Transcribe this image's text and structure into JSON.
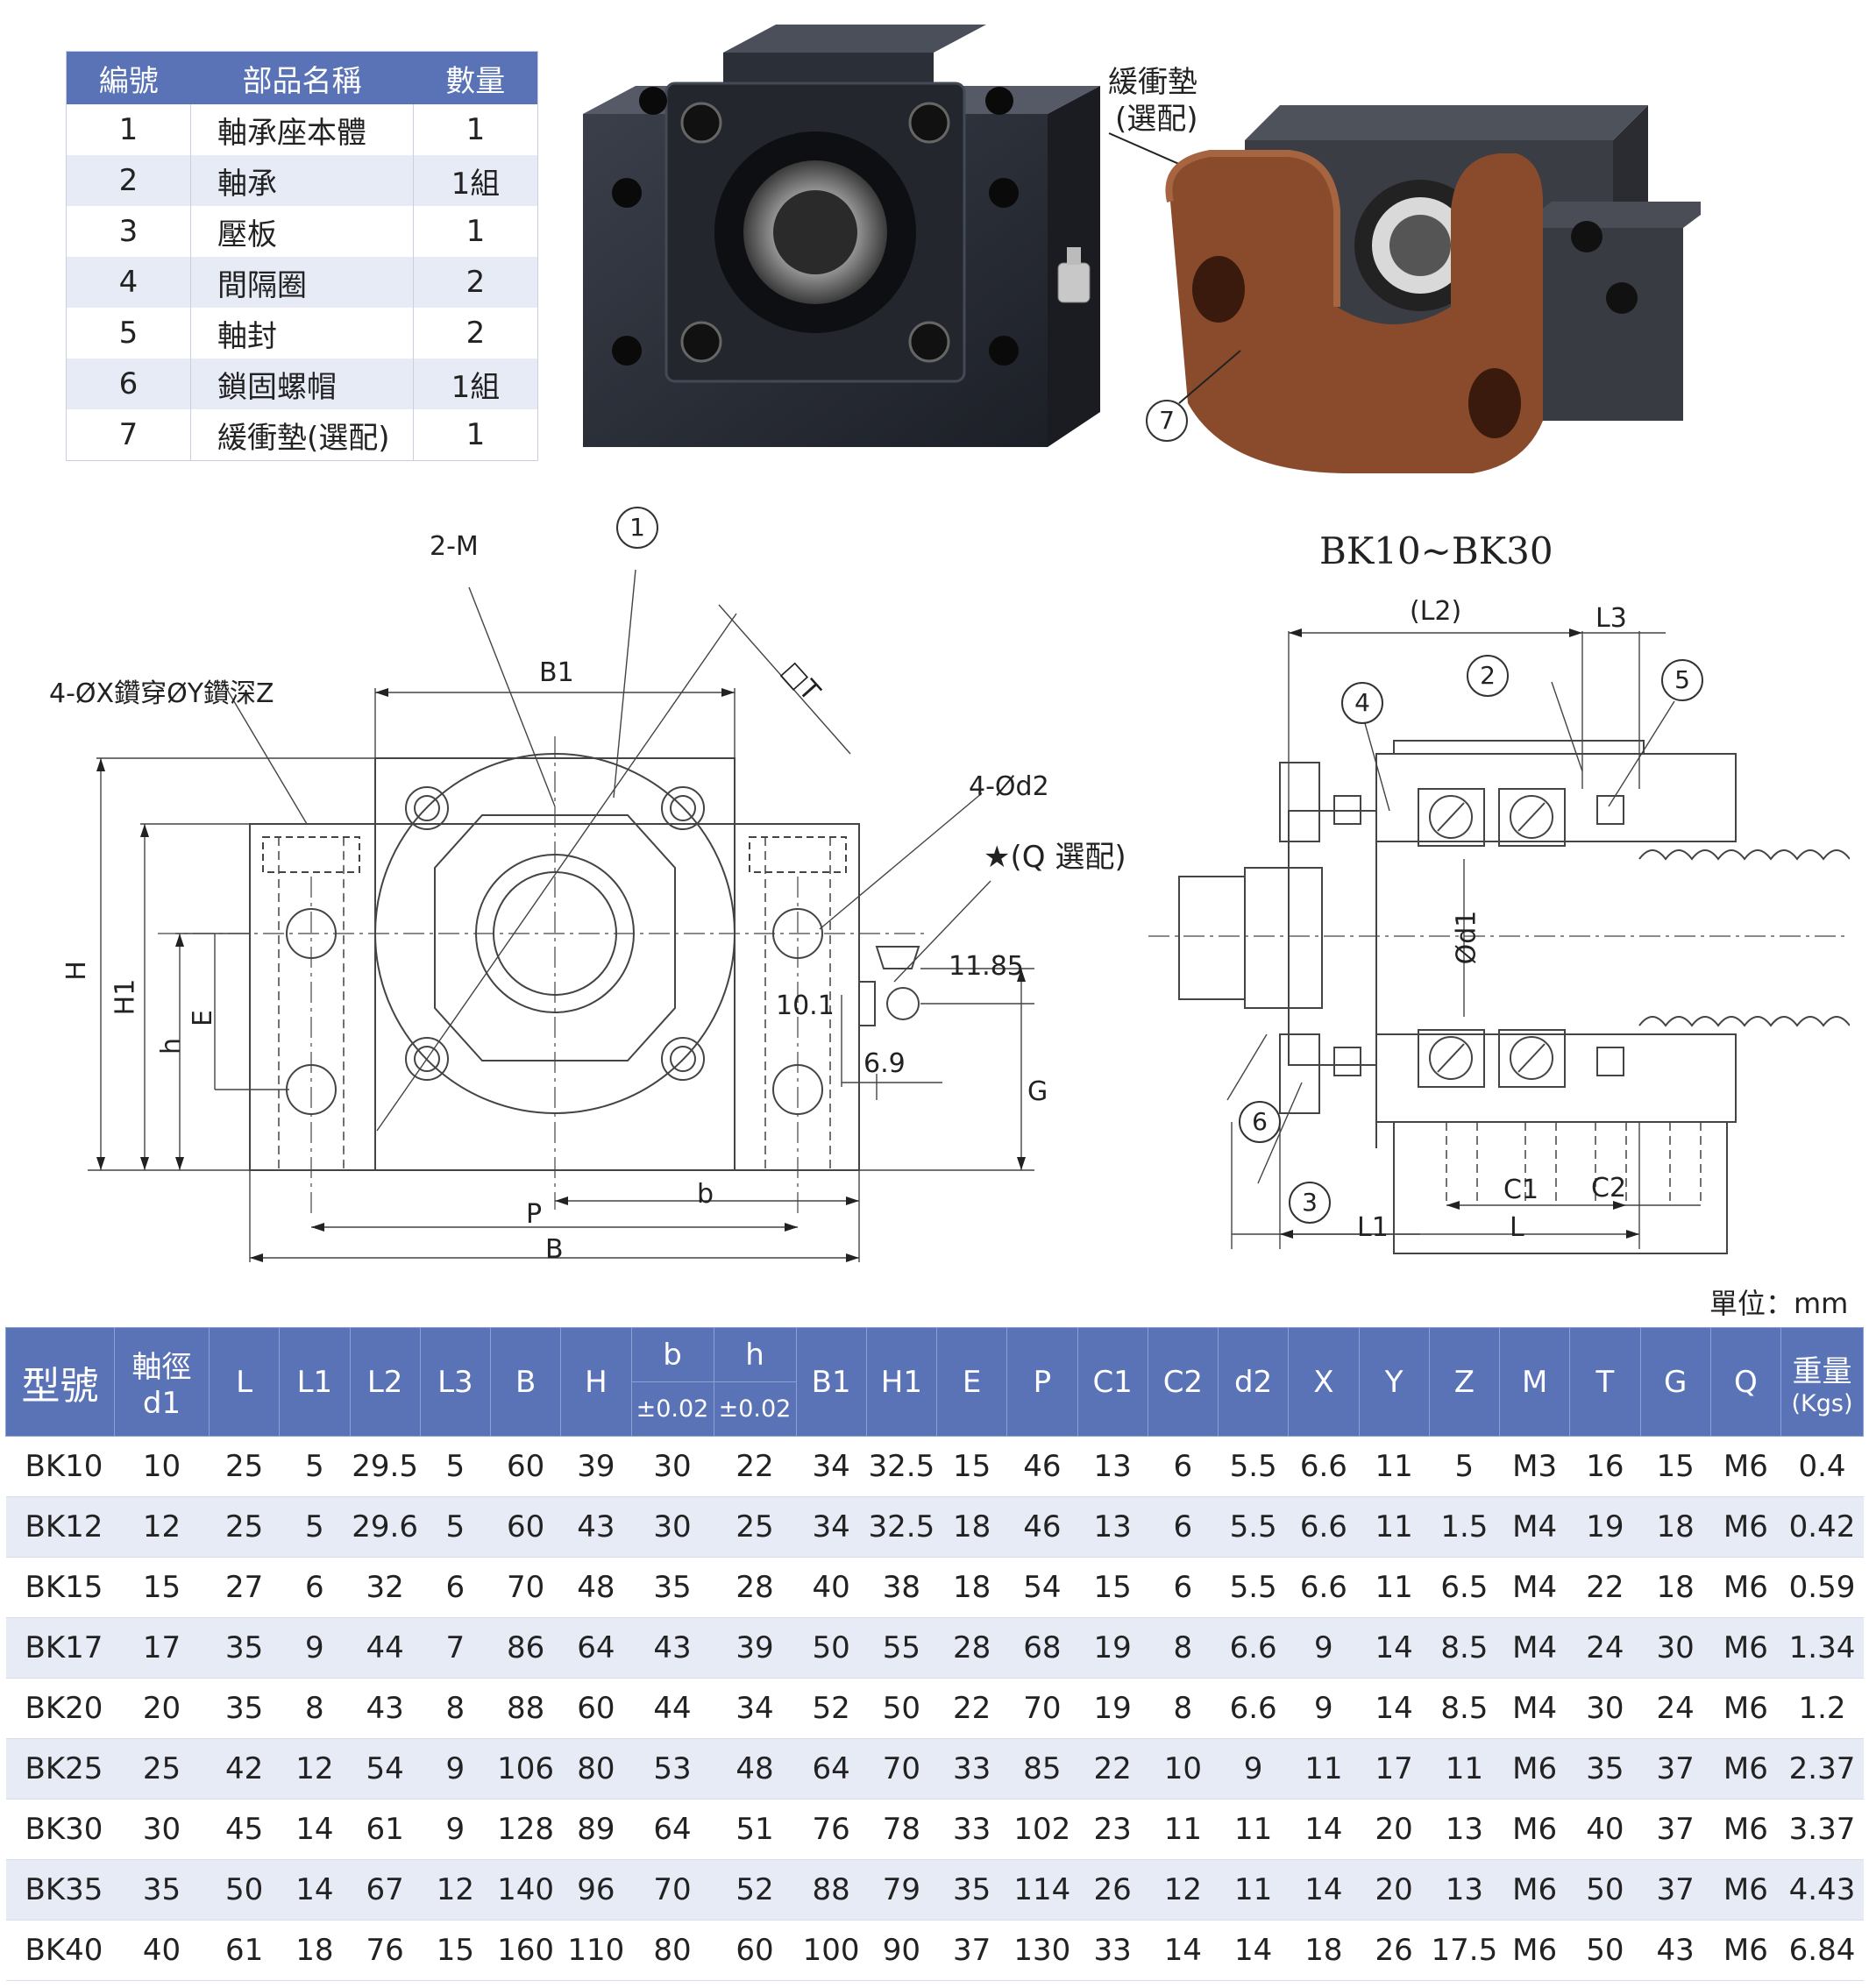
{
  "parts_table": {
    "headers": [
      "編號",
      "部品名稱",
      "數量"
    ],
    "rows": [
      [
        "1",
        "軸承座本體",
        "1"
      ],
      [
        "2",
        "軸承",
        "1組"
      ],
      [
        "3",
        "壓板",
        "1"
      ],
      [
        "4",
        "間隔圈",
        "2"
      ],
      [
        "5",
        "軸封",
        "2"
      ],
      [
        "6",
        "鎖固螺帽",
        "1組"
      ],
      [
        "7",
        "緩衝墊(選配)",
        "1"
      ]
    ]
  },
  "photos": {
    "buffer_label_line1": "緩衝墊",
    "buffer_label_line2": "(選配)",
    "buffer_callout": "7"
  },
  "front_view": {
    "label_2M": "2-M",
    "label_holes": "4-ØX鑽穿ØY鑽深Z",
    "label_B1": "B1",
    "label_T": "□T",
    "label_4d2": "4-Ød2",
    "label_Q": "★(Q 選配)",
    "label_H": "H",
    "label_H1": "H1",
    "label_h": "h",
    "label_E": "E",
    "label_1185": "11.85",
    "label_101": "10.1",
    "label_69": "6.9",
    "label_G": "G",
    "label_P": "P",
    "label_b": "b",
    "label_B": "B",
    "callout_1": "1"
  },
  "side_view": {
    "title": "BK10~BK30",
    "label_L2": "(L2)",
    "label_L3": "L3",
    "label_d1": "Ød1",
    "label_C1": "C1",
    "label_C2": "C2",
    "label_L1": "L1",
    "label_L": "L",
    "callouts": [
      "2",
      "3",
      "4",
      "5",
      "6"
    ]
  },
  "unit_note": "單位：mm",
  "spec_table": {
    "header_model": "型號",
    "header_shaft_line1": "軸徑",
    "header_shaft_line2": "d1",
    "header_b": "b",
    "header_b_tol": "±0.02",
    "header_h": "h",
    "header_h_tol": "±0.02",
    "header_weight_line1": "重量",
    "header_weight_line2": "(Kgs)",
    "cols": [
      "L",
      "L1",
      "L2",
      "L3",
      "B",
      "H"
    ],
    "cols2": [
      "B1",
      "H1",
      "E",
      "P",
      "C1",
      "C2",
      "d2",
      "X",
      "Y",
      "Z",
      "M",
      "T",
      "G",
      "Q"
    ],
    "rows": [
      [
        "BK10",
        "10",
        "25",
        "5",
        "29.5",
        "5",
        "60",
        "39",
        "30",
        "22",
        "34",
        "32.5",
        "15",
        "46",
        "13",
        "6",
        "5.5",
        "6.6",
        "11",
        "5",
        "M3",
        "16",
        "15",
        "M6",
        "0.4"
      ],
      [
        "BK12",
        "12",
        "25",
        "5",
        "29.6",
        "5",
        "60",
        "43",
        "30",
        "25",
        "34",
        "32.5",
        "18",
        "46",
        "13",
        "6",
        "5.5",
        "6.6",
        "11",
        "1.5",
        "M4",
        "19",
        "18",
        "M6",
        "0.42"
      ],
      [
        "BK15",
        "15",
        "27",
        "6",
        "32",
        "6",
        "70",
        "48",
        "35",
        "28",
        "40",
        "38",
        "18",
        "54",
        "15",
        "6",
        "5.5",
        "6.6",
        "11",
        "6.5",
        "M4",
        "22",
        "18",
        "M6",
        "0.59"
      ],
      [
        "BK17",
        "17",
        "35",
        "9",
        "44",
        "7",
        "86",
        "64",
        "43",
        "39",
        "50",
        "55",
        "28",
        "68",
        "19",
        "8",
        "6.6",
        "9",
        "14",
        "8.5",
        "M4",
        "24",
        "30",
        "M6",
        "1.34"
      ],
      [
        "BK20",
        "20",
        "35",
        "8",
        "43",
        "8",
        "88",
        "60",
        "44",
        "34",
        "52",
        "50",
        "22",
        "70",
        "19",
        "8",
        "6.6",
        "9",
        "14",
        "8.5",
        "M4",
        "30",
        "24",
        "M6",
        "1.2"
      ],
      [
        "BK25",
        "25",
        "42",
        "12",
        "54",
        "9",
        "106",
        "80",
        "53",
        "48",
        "64",
        "70",
        "33",
        "85",
        "22",
        "10",
        "9",
        "11",
        "17",
        "11",
        "M6",
        "35",
        "37",
        "M6",
        "2.37"
      ],
      [
        "BK30",
        "30",
        "45",
        "14",
        "61",
        "9",
        "128",
        "89",
        "64",
        "51",
        "76",
        "78",
        "33",
        "102",
        "23",
        "11",
        "11",
        "14",
        "20",
        "13",
        "M6",
        "40",
        "37",
        "M6",
        "3.37"
      ],
      [
        "BK35",
        "35",
        "50",
        "14",
        "67",
        "12",
        "140",
        "96",
        "70",
        "52",
        "88",
        "79",
        "35",
        "114",
        "26",
        "12",
        "11",
        "14",
        "20",
        "13",
        "M6",
        "50",
        "37",
        "M6",
        "4.43"
      ],
      [
        "BK40",
        "40",
        "61",
        "18",
        "76",
        "15",
        "160",
        "110",
        "80",
        "60",
        "100",
        "90",
        "37",
        "130",
        "33",
        "14",
        "14",
        "18",
        "26",
        "17.5",
        "M6",
        "50",
        "43",
        "M6",
        "6.84"
      ]
    ]
  }
}
